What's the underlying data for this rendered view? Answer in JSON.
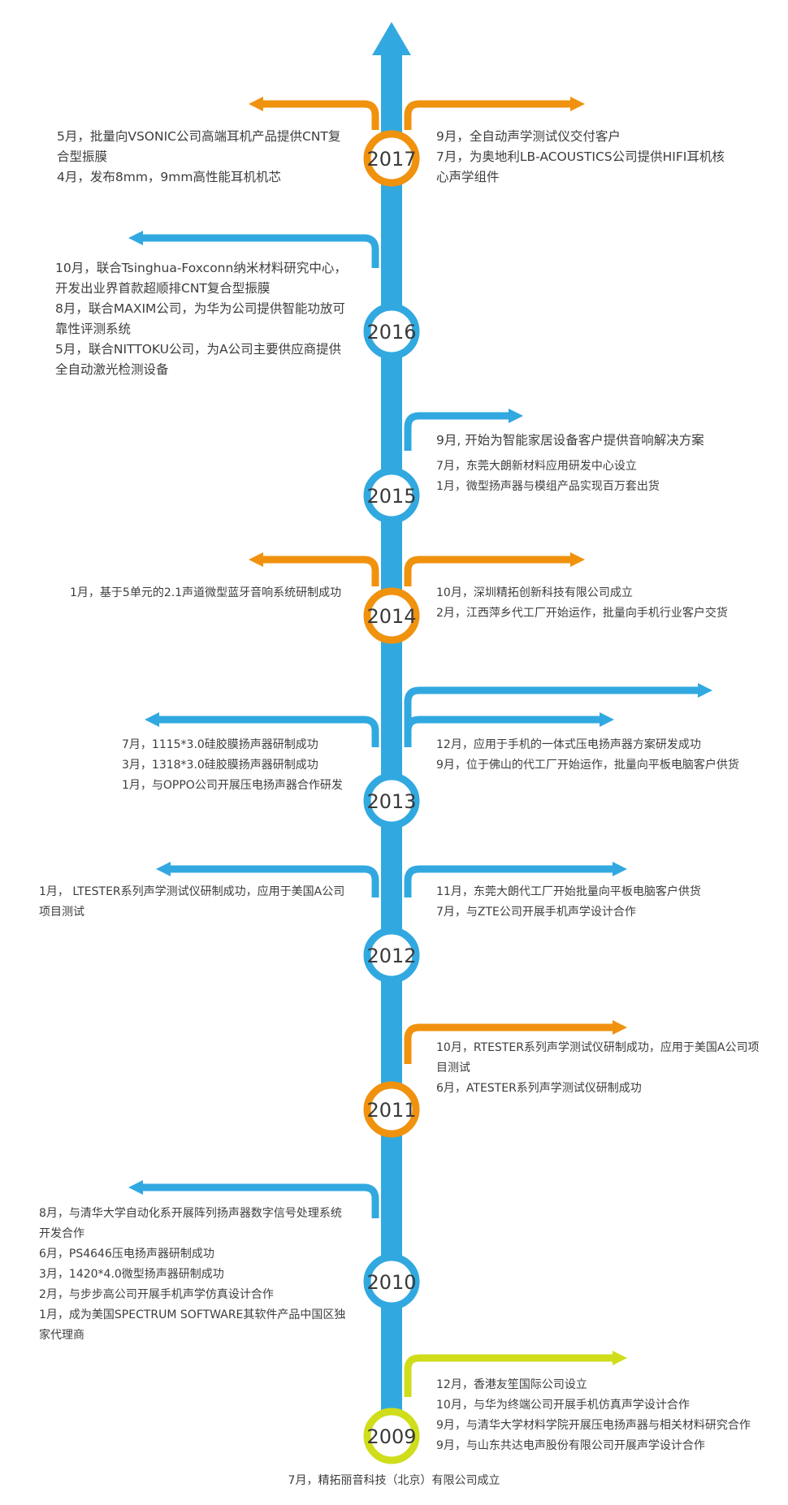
{
  "colors": {
    "trunk": "#31a9e0",
    "orange": "#f0920e",
    "blue": "#31a9e0",
    "lime": "#cfdd1b",
    "text": "#3d3d3d",
    "year_text": "#3a3a3a"
  },
  "years": [
    {
      "label": "2017",
      "color": "orange"
    },
    {
      "label": "2016",
      "color": "blue"
    },
    {
      "label": "2015",
      "color": "blue"
    },
    {
      "label": "2014",
      "color": "orange"
    },
    {
      "label": "2013",
      "color": "blue"
    },
    {
      "label": "2012",
      "color": "blue"
    },
    {
      "label": "2011",
      "color": "orange"
    },
    {
      "label": "2010",
      "color": "blue"
    },
    {
      "label": "2009",
      "color": "lime"
    }
  ],
  "events": {
    "y2017": {
      "left": [
        "5月，批量向VSONIC公司高端耳机产品提供CNT复合型振膜",
        "4月，发布8mm，9mm高性能耳机机芯"
      ],
      "right": [
        "9月，全自动声学测试仪交付客户",
        "7月，为奥地利LB-ACOUSTICS公司提供HIFI耳机核心声学组件"
      ]
    },
    "y2016": {
      "left": [
        "10月，联合Tsinghua-Foxconn纳米材料研究中心，开发出业界首款超顺排CNT复合型振膜",
        "8月，联合MAXIM公司，为华为公司提供智能功放可靠性评测系统",
        "5月，联合NITTOKU公司，为A公司主要供应商提供全自动激光检测设备"
      ]
    },
    "y2015": {
      "right": [
        "9月, 开始为智能家居设备客户提供音响解决方案",
        "7月，东莞大朗新材料应用研发中心设立",
        "1月，微型扬声器与模组产品实现百万套出货"
      ]
    },
    "y2014": {
      "left": [
        "1月，基于5单元的2.1声道微型蓝牙音响系统研制成功"
      ],
      "right": [
        "10月，深圳精拓创新科技有限公司成立",
        "2月，江西萍乡代工厂开始运作，批量向手机行业客户交货"
      ]
    },
    "y2013": {
      "left": [
        "7月，1115*3.0硅胶膜扬声器研制成功",
        "3月，1318*3.0硅胶膜扬声器研制成功",
        "1月，与OPPO公司开展压电扬声器合作研发"
      ],
      "right": [
        "12月，应用于手机的一体式压电扬声器方案研发成功",
        "9月，位于佛山的代工厂开始运作，批量向平板电脑客户供货"
      ]
    },
    "y2012": {
      "left": [
        "1月， LTESTER系列声学测试仪研制成功，应用于美国A公司项目测试"
      ],
      "right": [
        "11月，东莞大朗代工厂开始批量向平板电脑客户供货",
        "7月，与ZTE公司开展手机声学设计合作"
      ]
    },
    "y2011": {
      "right": [
        "10月，RTESTER系列声学测试仪研制成功，应用于美国A公司项目测试",
        "6月，ATESTER系列声学测试仪研制成功"
      ]
    },
    "y2010": {
      "left": [
        "8月，与清华大学自动化系开展阵列扬声器数字信号处理系统开发合作",
        "6月，PS4646压电扬声器研制成功",
        "3月，1420*4.0微型扬声器研制成功",
        "2月，与步步高公司开展手机声学仿真设计合作",
        "1月，成为美国SPECTRUM SOFTWARE其软件产品中国区独家代理商"
      ]
    },
    "y2009": {
      "right": [
        "12月，香港友笙国际公司设立",
        "10月，与华为终端公司开展手机仿真声学设计合作",
        "9月，与清华大学材料学院开展压电扬声器与相关材料研究合作",
        "9月，与山东共达电声股份有限公司开展声学设计合作"
      ]
    }
  },
  "footer": "7月，精拓丽音科技（北京）有限公司成立"
}
